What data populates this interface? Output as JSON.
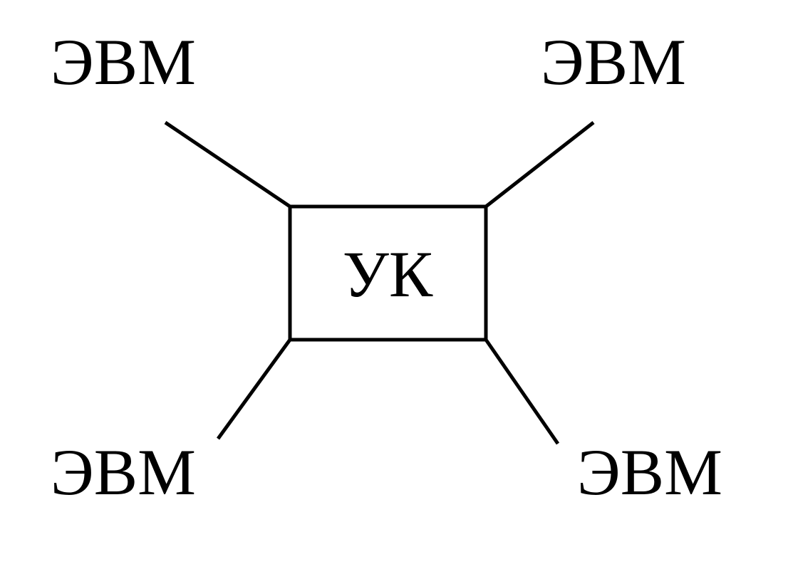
{
  "diagram": {
    "hub": {
      "label": "УК"
    },
    "nodes": [
      {
        "id": "top-left",
        "label": "ЭВМ"
      },
      {
        "id": "top-right",
        "label": "ЭВМ"
      },
      {
        "id": "bottom-left",
        "label": "ЭВМ"
      },
      {
        "id": "bottom-right",
        "label": "ЭВМ"
      }
    ],
    "edges": [
      {
        "from": "hub",
        "to": "top-left"
      },
      {
        "from": "hub",
        "to": "top-right"
      },
      {
        "from": "hub",
        "to": "bottom-left"
      },
      {
        "from": "hub",
        "to": "bottom-right"
      }
    ],
    "colors": {
      "stroke": "#000000",
      "background": "#ffffff"
    }
  }
}
